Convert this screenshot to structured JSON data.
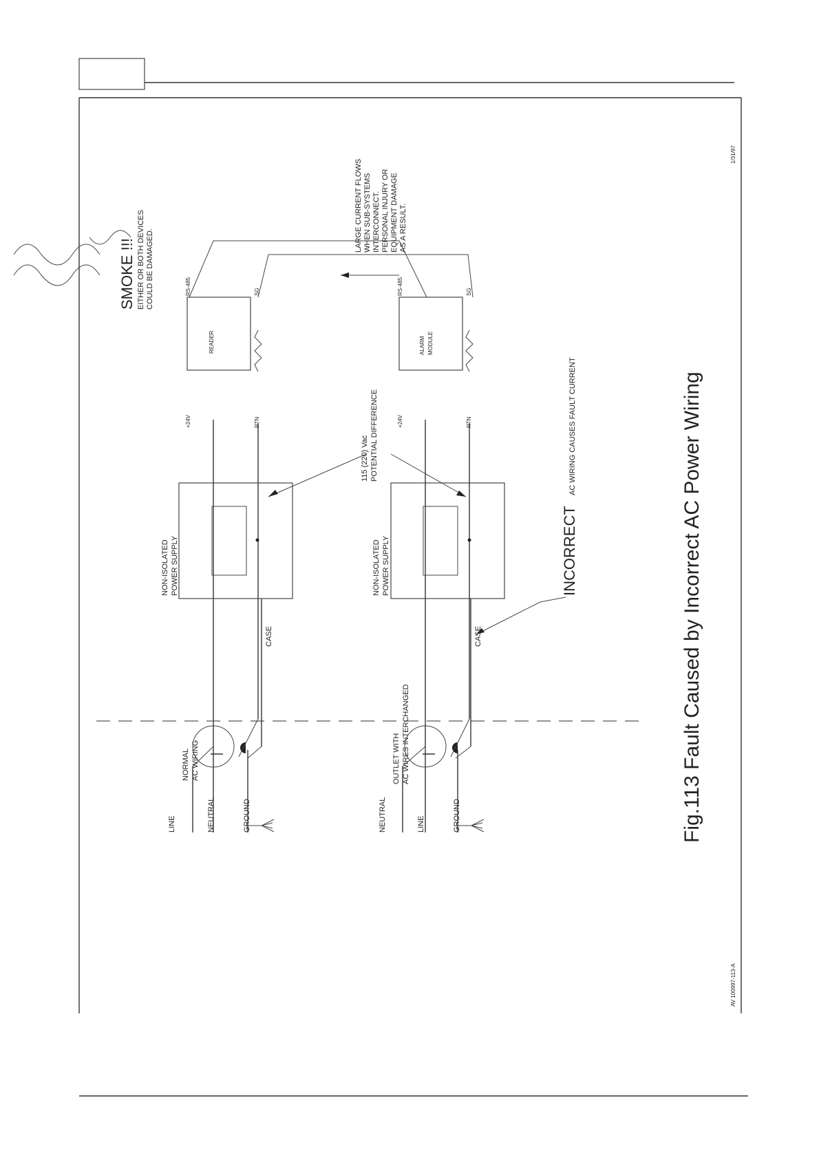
{
  "drawing": {
    "date": "1/31/97",
    "drawing_id": "AV 100997-113-A",
    "figure_caption": "Fig.113  Fault Caused by Incorrect AC Power Wiring",
    "status": "INCORRECT",
    "status_note": "AC WIRING CAUSES FAULT CURRENT",
    "smoke_title": "SMOKE !!!",
    "smoke_lines": [
      "EITHER OR BOTH DEVICES",
      "COULD BE DAMAGED."
    ],
    "current_lines": [
      "LARGE CURRENT FLOWS",
      "WHEN SUB-SYSTEMS",
      "INTERCONNECT.",
      "PERSONAL INJURY OR",
      "EQUIPMENT DAMAGE",
      "AS A RESULT."
    ],
    "potential_lines": [
      "115 (220) Vac",
      "POTENTIAL DIFFERENCE"
    ]
  },
  "circuit_top": {
    "outlet_label": [
      "NORMAL",
      "AC WIRING"
    ],
    "wires": [
      "LINE",
      "NEUTRAL",
      "GROUND"
    ],
    "supply_label": [
      "NON-ISOLATED",
      "POWER SUPPLY"
    ],
    "case_label": "CASE",
    "device_label": [
      "READER"
    ],
    "pin_labels": {
      "p24": "+24V",
      "rtn": "RTN",
      "rs485": "RS-485",
      "sg": "SG"
    }
  },
  "circuit_bottom": {
    "outlet_label": [
      "OUTLET WITH",
      "AC WIRES INTERCHANGED"
    ],
    "wires": [
      "NEUTRAL",
      "LINE",
      "GROUND"
    ],
    "supply_label": [
      "NON-ISOLATED",
      "POWER SUPPLY"
    ],
    "case_label": "CASE",
    "device_label": [
      "ALARM",
      "MODULE"
    ],
    "pin_labels": {
      "p24": "+24V",
      "rtn": "RTN",
      "rs485": "RS-485",
      "sg": "SG"
    }
  }
}
